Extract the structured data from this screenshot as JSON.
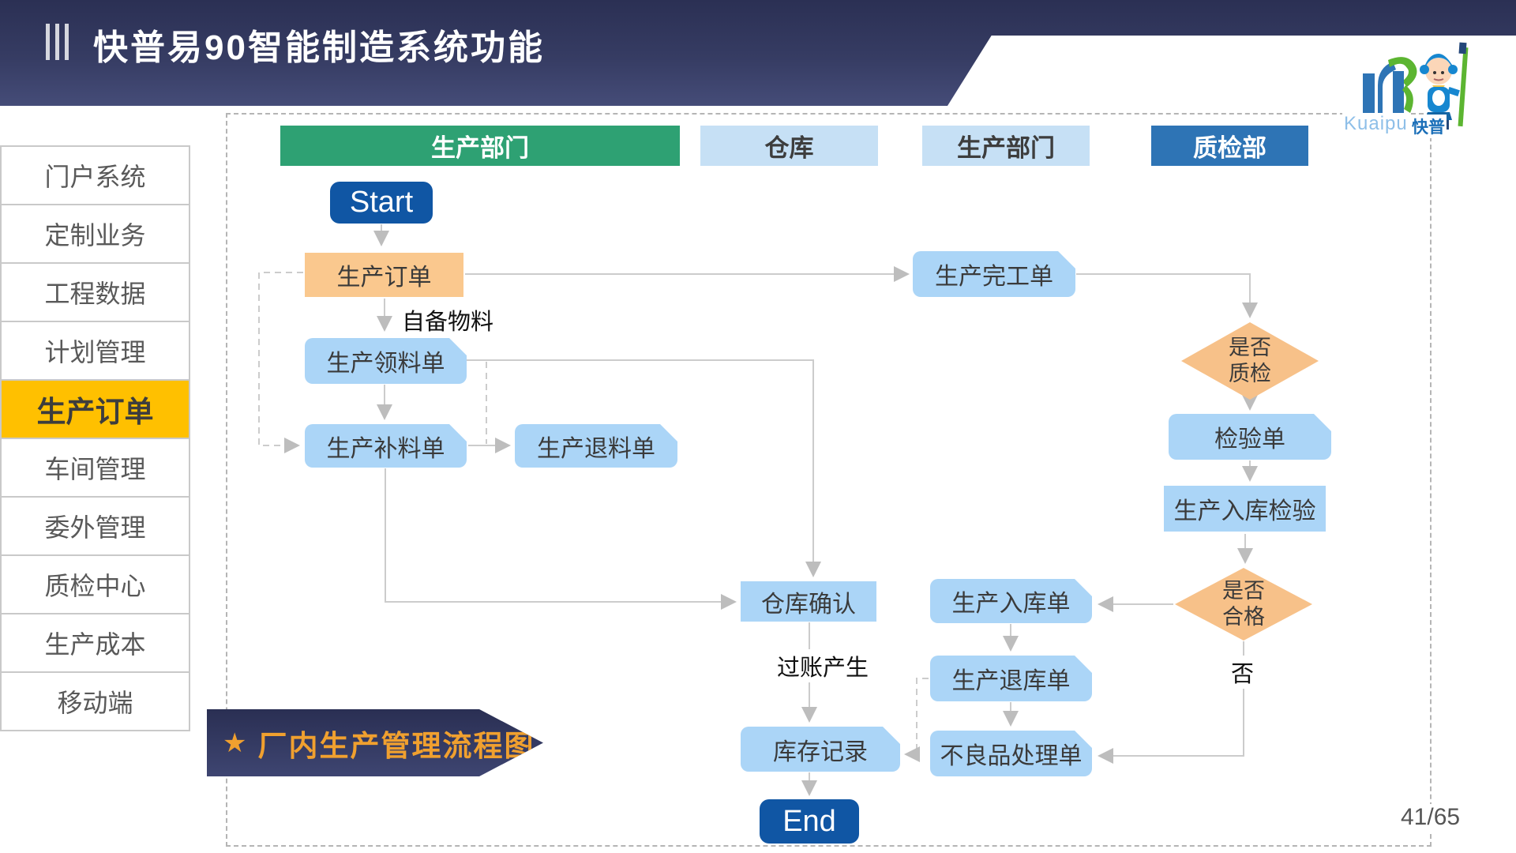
{
  "page": {
    "title_bar": "快普易90智能制造系统功能",
    "page_indicator": "41/65"
  },
  "logo": {
    "latin": "Kuaipu",
    "cn": "快普"
  },
  "sidebar": {
    "items": [
      {
        "label": "门户系统",
        "active": false
      },
      {
        "label": "定制业务",
        "active": false
      },
      {
        "label": "工程数据",
        "active": false
      },
      {
        "label": "计划管理",
        "active": false
      },
      {
        "label": "生产订单",
        "active": true
      },
      {
        "label": "车间管理",
        "active": false
      },
      {
        "label": "委外管理",
        "active": false
      },
      {
        "label": "质检中心",
        "active": false
      },
      {
        "label": "生产成本",
        "active": false
      },
      {
        "label": "移动端",
        "active": false
      }
    ]
  },
  "flow": {
    "lanes": [
      {
        "label": "生产部门",
        "style": "green"
      },
      {
        "label": "仓库",
        "style": "light"
      },
      {
        "label": "生产部门",
        "style": "light"
      },
      {
        "label": "质检部",
        "style": "blue"
      }
    ],
    "nodes": {
      "start": "Start",
      "production_order": "生产订单",
      "material_requisition": "生产领料单",
      "material_refill": "生产补料单",
      "material_return": "生产退料单",
      "completion_order": "生产完工单",
      "inspection_order": "检验单",
      "inbound_inspection": "生产入库检验",
      "inbound_order": "生产入库单",
      "inbound_return": "生产退库单",
      "defect_handling": "不良品处理单",
      "warehouse_confirm": "仓库确认",
      "inventory_record": "库存记录",
      "end": "End"
    },
    "decisions": {
      "qc": {
        "line1": "是否",
        "line2": "质检"
      },
      "qualified": {
        "line1": "是否",
        "line2": "合格"
      }
    },
    "labels": {
      "self_material": "自备物料",
      "posting": "过账产生",
      "no": "否"
    },
    "caption": {
      "star_icon": "★",
      "text": "厂内生产管理流程图"
    }
  },
  "colors": {
    "accent_yellow": "#ffc000",
    "lane_green": "#2ea173",
    "lane_blue": "#2e74b5",
    "node_blue": "#abd5f7",
    "node_orange": "#fac88e",
    "diamond_orange": "#f7c189",
    "start_end_blue": "#1056a4",
    "caption_orange": "#f0a02f"
  }
}
